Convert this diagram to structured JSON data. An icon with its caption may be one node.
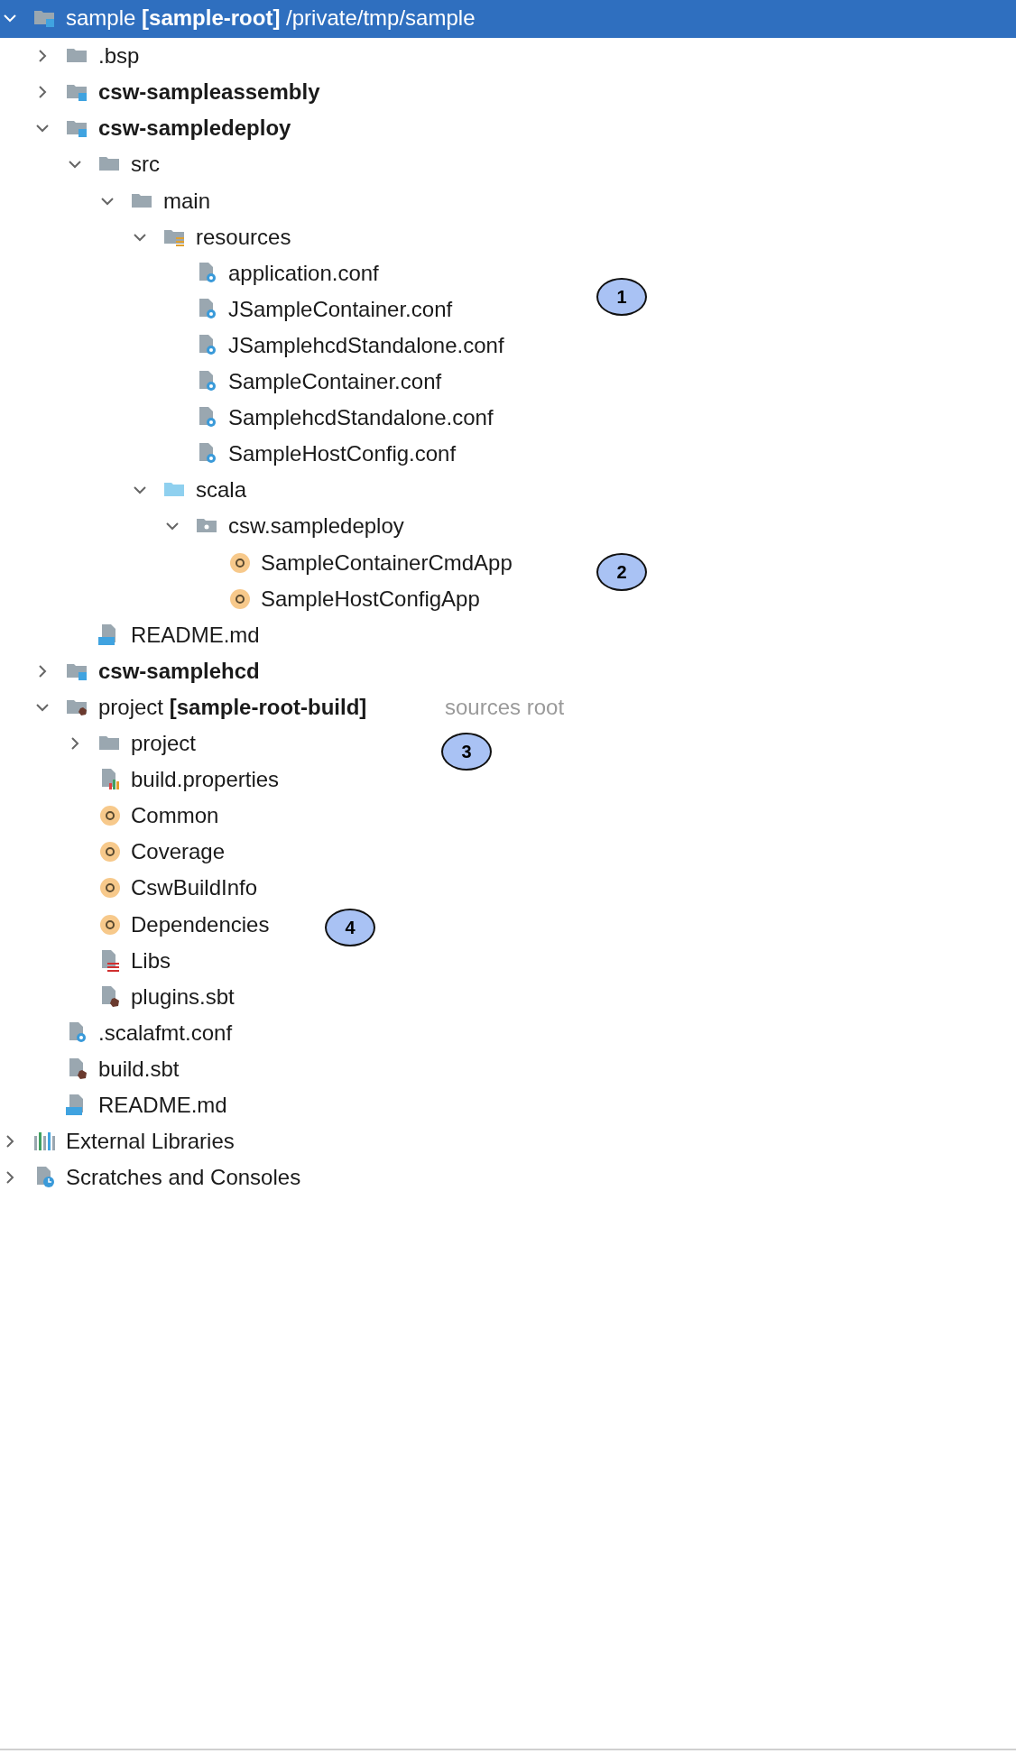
{
  "diagram": {
    "nodes": [
      {
        "text": [
          "1"
        ]
      },
      {
        "text": [
          "2"
        ]
      },
      {
        "text": [
          "3"
        ]
      },
      {
        "text": [
          "4"
        ]
      }
    ],
    "labels": [
      "sample **[sample-root]**  /private/tmp/sample",
      ".bsp",
      "csw-sampleassembly",
      "csw-sampledeploy",
      "src",
      "main",
      "resources",
      "application.conf",
      "JSampleContainer.conf",
      "JSamplehcdStandalone.conf",
      "SampleContainer.conf",
      "SamplehcdStandalone.conf",
      "SampleHostConfig.conf",
      "scala",
      "csw.sampledeploy",
      "SampleContainerCmdApp",
      "SampleHostConfigApp",
      "README.md",
      "csw-samplehcd",
      "project **[sample-root-build]**",
      "sources root",
      "project",
      "build.properties",
      "Common",
      "Coverage",
      "CswBuildInfo",
      "Dependencies",
      "Libs",
      "plugins.sbt",
      ".scalafmt.conf",
      "build.sbt",
      "README.md",
      "External Libraries",
      "Scratches and Consoles"
    ]
  }
}
